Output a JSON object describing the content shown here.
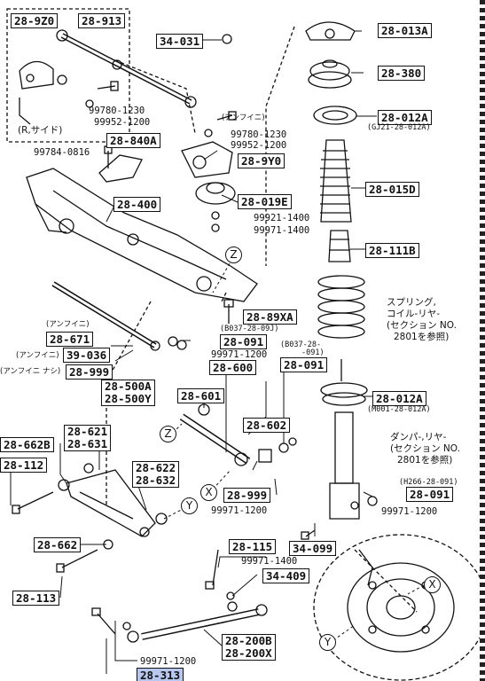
{
  "diagram": {
    "part_boxes": {
      "p289z0": "28-9Z0",
      "p28913": "28-913",
      "p34031": "34-031",
      "p28013a_top": "28-013A",
      "p28380": "28-380",
      "p28012a_top": "28-012A",
      "p28840a": "28-840A",
      "p289y0": "28-9Y0",
      "p28019e": "28-019E",
      "p28015d": "28-015D",
      "p28400": "28-400",
      "p28111b": "28-111B",
      "p2889xa": "28-89XA",
      "p28671": "28-671",
      "p39036": "39-036",
      "p28999_left": "28-999",
      "p28091_mid": "28-091",
      "p28600": "28-600",
      "p28091_right": "28-091",
      "p28012a_low": "28-012A",
      "p28500a": "28-500A",
      "p28500y": "28-500Y",
      "p28601": "28-601",
      "p28602": "28-602",
      "p28621": "28-621",
      "p28631": "28-631",
      "p28662b": "28-662B",
      "p28112": "28-112",
      "p28622": "28-622",
      "p28632": "28-632",
      "p28999_low": "28-999",
      "p28091_low": "28-091",
      "p28662": "28-662",
      "p34099": "34-099",
      "p28115": "28-115",
      "p34409": "34-409",
      "p28113": "28-113",
      "p28200b": "28-200B",
      "p28200x": "28-200X",
      "p28313": "28-313"
    },
    "part_numbers": {
      "n99780_1": "99780-1230",
      "n99952_1": "99952-1200",
      "n99780_2": "99780-1230",
      "n99952_2": "99952-1200",
      "n99784": "99784-0816",
      "n99921": "99921-1400",
      "n99971_a": "99971-1400",
      "n99971_b": "99971-1200",
      "n99971_c": "99971-1200",
      "n99971_d": "99971-1200",
      "n99971_e": "99971-1400",
      "n99971_f": "99971-1200"
    },
    "notes": {
      "rh_side": "(R,サイド)",
      "antenna_1": "(アンフイニ)",
      "antenna_2": "(アンフイニ)",
      "antenna_3": "(アンフイニ)",
      "antenna_4": "(アンフイニ ナシ)",
      "gj21": "(GJ21-28-012A)",
      "b037_1": "(B037-28-09J)",
      "b037_2a": "(B037-28-",
      "b037_2b": "-091)",
      "m001": "(M001-28-012A)",
      "h266": "(H266-28-091)",
      "spring_1": "スプリング,",
      "spring_2": "コイル-リヤ-",
      "spring_3": "(セクション NO.",
      "spring_4": "2801を参照)",
      "damper_1": "ダンパ-,リヤ-",
      "damper_2": "(セクション NO.",
      "damper_3": "2801を参照)"
    },
    "markers": {
      "z1": "Z",
      "z2": "Z",
      "x1": "X",
      "x2": "X",
      "y1": "Y",
      "y2": "Y"
    }
  }
}
